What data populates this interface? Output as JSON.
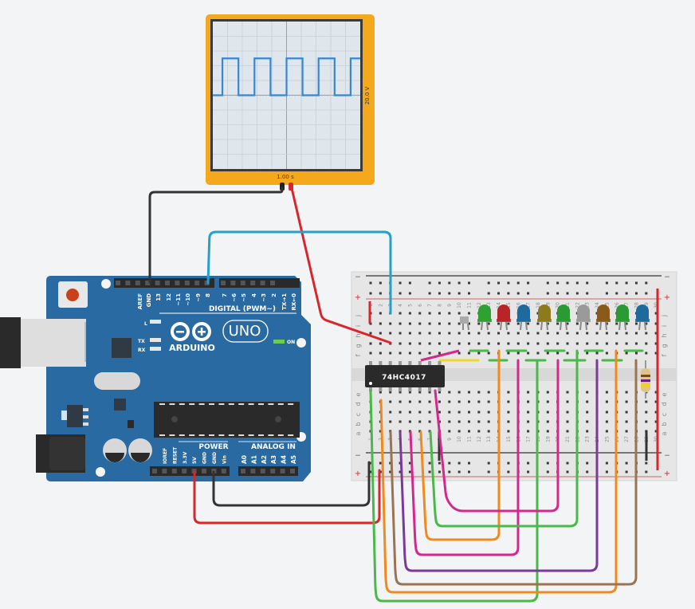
{
  "oscilloscope": {
    "time_per_div": "1.00 s",
    "volts_per_div": "20.0 V",
    "frame_color": "#f5a81c",
    "trace_color": "#3a86d0",
    "waveform": {
      "type": "square",
      "periods_visible": 4.6,
      "high_level": 1,
      "low_level": 0
    }
  },
  "arduino": {
    "brand": "ARDUINO",
    "model": "UNO",
    "board_color": "#2a6aa2",
    "digital_header_title": "DIGITAL (PWM~)",
    "digital_pins": [
      "AREF",
      "GND",
      "13",
      "12",
      "~11",
      "~10",
      "~9",
      "8",
      "7",
      "~6",
      "~5",
      "4",
      "~3",
      "2",
      "TX→1",
      "RX←0"
    ],
    "power_header_title": "POWER",
    "power_pins": [
      "IOREF",
      "RESET",
      "3.3V",
      "5V",
      "GND",
      "GND",
      "Vin"
    ],
    "analog_header_title": "ANALOG IN",
    "analog_pins": [
      "A0",
      "A1",
      "A2",
      "A3",
      "A4",
      "A5"
    ],
    "led_labels": {
      "l": "L",
      "tx": "TX",
      "rx": "RX",
      "on": "ON"
    }
  },
  "breadboard": {
    "row_labels_top": [
      "j",
      "i",
      "h",
      "g",
      "f"
    ],
    "row_labels_bottom": [
      "e",
      "d",
      "c",
      "b",
      "a"
    ],
    "rail_minus": "−",
    "rail_plus": "+",
    "column_numbers": [
      "1",
      "2",
      "3",
      "4",
      "5",
      "6",
      "7",
      "8",
      "9",
      "10",
      "11",
      "12",
      "13",
      "14",
      "15",
      "16",
      "17",
      "18",
      "19",
      "20",
      "21",
      "22",
      "23",
      "24",
      "25",
      "26",
      "27",
      "28",
      "29",
      "30"
    ]
  },
  "ic": {
    "label": "74HC4017"
  },
  "leds": [
    {
      "color": "#aaaaaa",
      "state": "bent"
    },
    {
      "color": "#2fa033"
    },
    {
      "color": "#b82428"
    },
    {
      "color": "#1e6a9c"
    },
    {
      "color": "#8e7a1e"
    },
    {
      "color": "#2a9a34"
    },
    {
      "color": "#9a9a9a"
    },
    {
      "color": "#8a5a1a"
    },
    {
      "color": "#2a9a34"
    },
    {
      "color": "#1e6a9c"
    }
  ],
  "resistor": {
    "bands": [
      "#7a4a1a",
      "#6a1a8a",
      "#f0d020"
    ]
  },
  "wires": {
    "colors": {
      "black": "#333333",
      "red": "#d8262c",
      "blue": "#24a0cc",
      "green": "#4ab84a",
      "orange": "#f08a1c",
      "magenta": "#d4288c",
      "purple": "#7a3a9a",
      "brown": "#9a7452",
      "yellow": "#f0d828"
    }
  }
}
